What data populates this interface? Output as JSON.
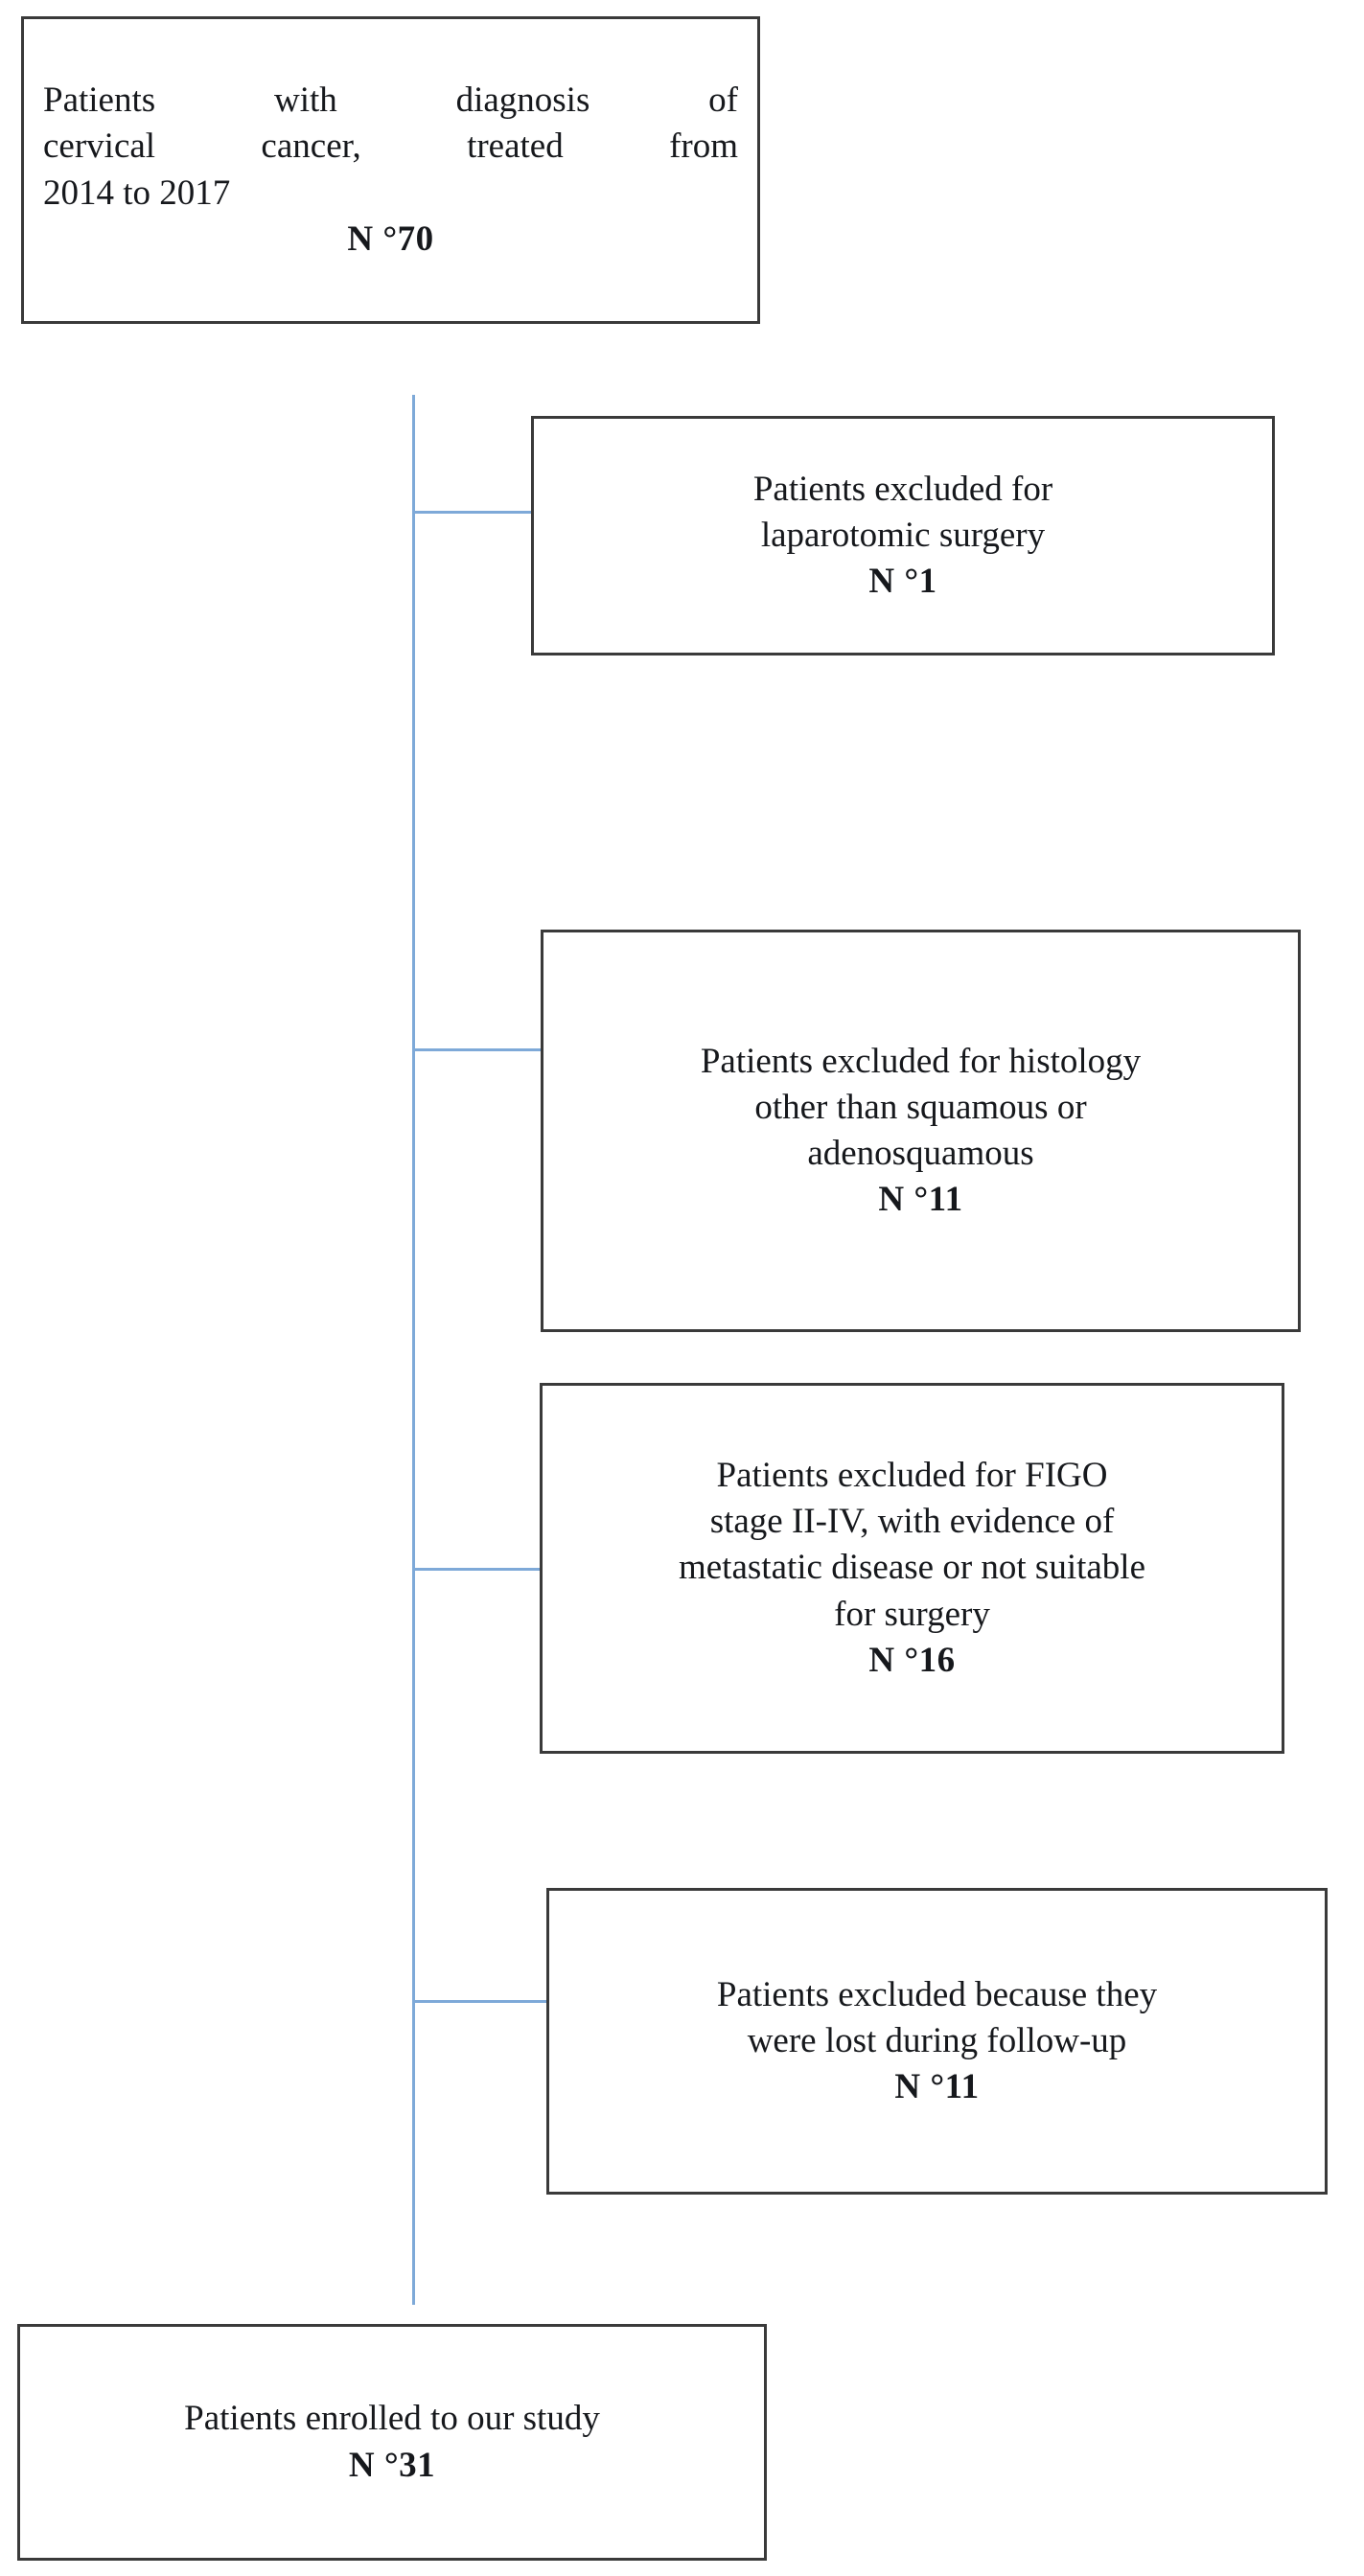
{
  "figure": {
    "type": "flowchart",
    "orientation": "vertical",
    "line_color": "#7EA9D8",
    "box_border_color": "#3a3a3a",
    "background": "#ffffff"
  },
  "source_node": {
    "line1": "Patients with diagnosis of",
    "line2": "cervical cancer, treated from",
    "line3": "2014 to 2017",
    "count": "N °70"
  },
  "exclusions": [
    {
      "lines": [
        "Patients excluded for",
        "laparotomic surgery"
      ],
      "count": "N °1"
    },
    {
      "lines": [
        "Patients excluded for histology",
        "other than squamous or",
        "adenosquamous"
      ],
      "count": "N °11"
    },
    {
      "lines": [
        "Patients excluded for FIGO",
        "stage II-IV, with evidence of",
        "metastatic disease or not suitable",
        "for surgery"
      ],
      "count": "N °16"
    },
    {
      "lines": [
        "Patients excluded because they",
        "were lost during follow-up"
      ],
      "count": "N °11"
    }
  ],
  "final_node": {
    "line1": "Patients enrolled to our study",
    "count": "N °31"
  }
}
